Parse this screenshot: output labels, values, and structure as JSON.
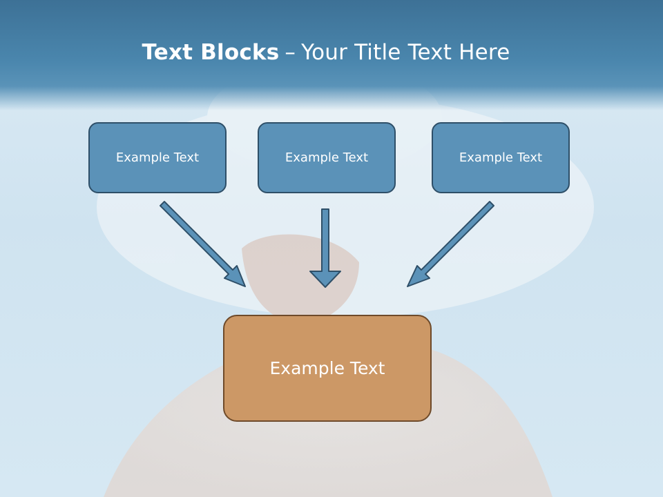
{
  "slide": {
    "title_bold": "Text Blocks",
    "title_dash": "–",
    "title_rest": "Your Title Text Here"
  },
  "blocks": {
    "top": [
      "Example Text",
      "Example Text",
      "Example Text"
    ],
    "main": "Example Text"
  },
  "colors": {
    "title_band": "#4a86ad",
    "block_fill": "#5b92b8",
    "block_border": "#2e4f68",
    "main_fill": "#cc9866",
    "main_border": "#6e4a2a",
    "arrow_fill": "#5b92b8",
    "arrow_stroke": "#2e4f68"
  }
}
